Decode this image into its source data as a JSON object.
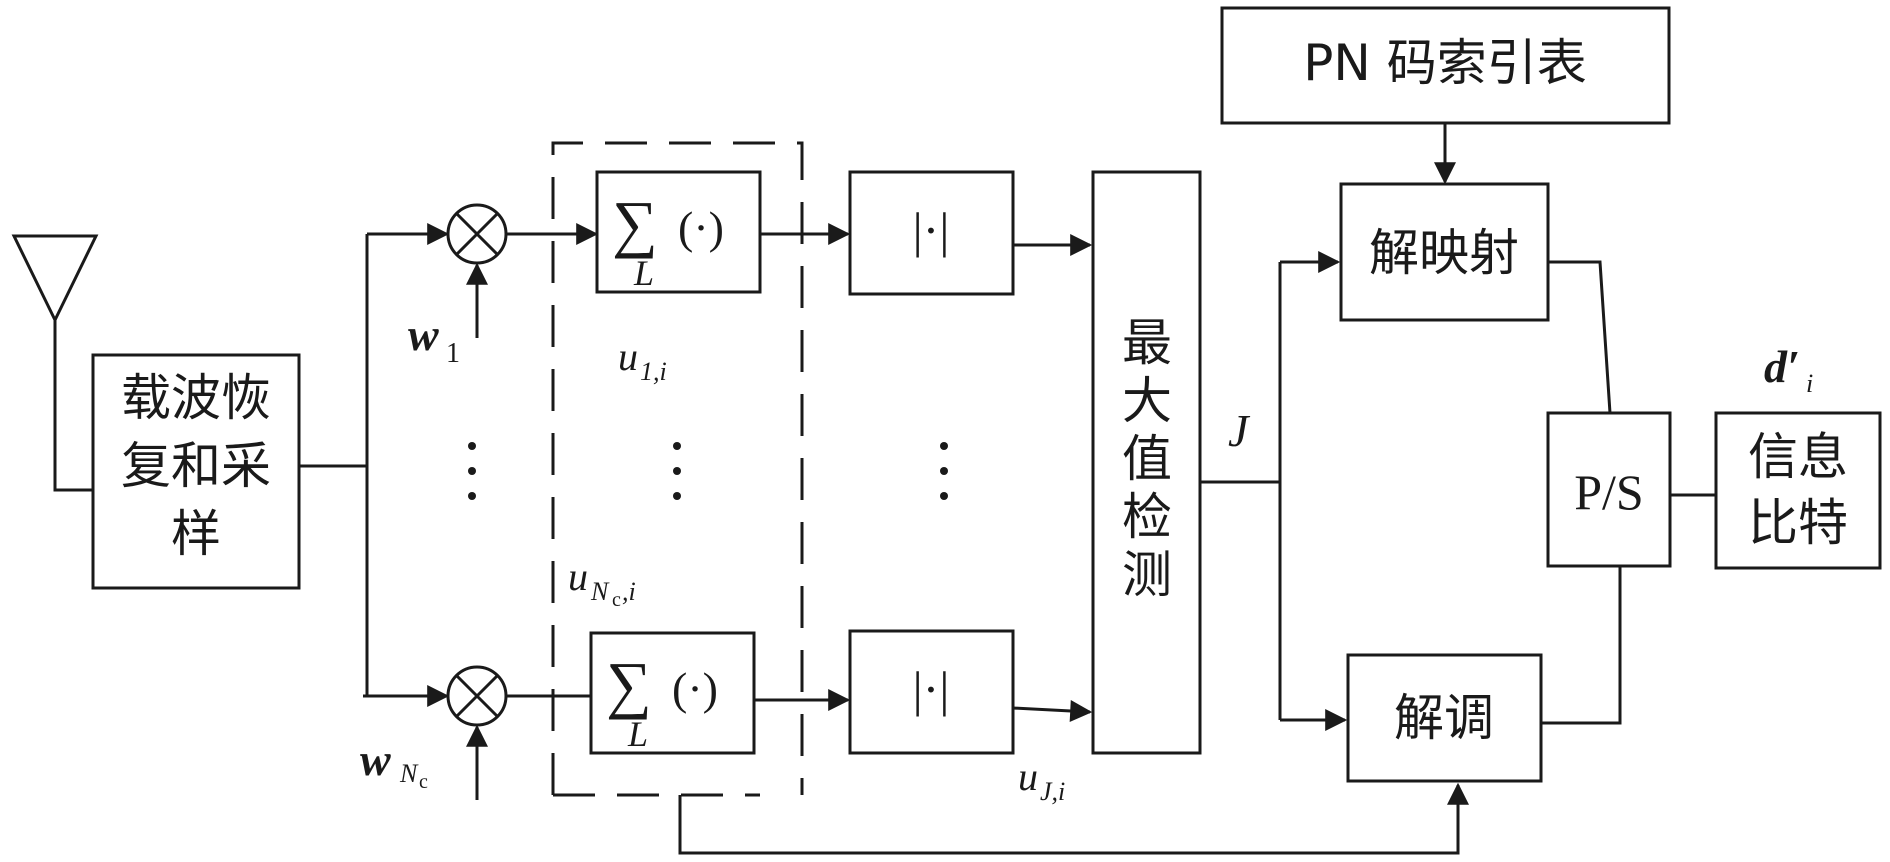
{
  "blocks": {
    "carrier_lines": [
      "载波恢",
      "复和采",
      "样"
    ],
    "sum_symbol": "∑",
    "sum_arg": "(·)",
    "sum_sub": "L",
    "abs_label": "|·|",
    "maxdet_chars": [
      "最",
      "大",
      "值",
      "检",
      "测"
    ],
    "pn_table": "PN 码索引表",
    "demap": "解映射",
    "demod": "解调",
    "ps": "P/S",
    "info_lines": [
      "信息",
      "比特"
    ],
    "multiply_symbol": "⊗"
  },
  "labels": {
    "w1_base": "w",
    "w1_sub": "1",
    "wn_base": "w",
    "wn_sub": "N",
    "wn_subsub": "c",
    "u1_base": "u",
    "u1_sub": "1,i",
    "un_base": "u",
    "un_sub": "N",
    "un_subsub": "c",
    "un_tail": ",i",
    "uj_base": "u",
    "uj_sub": "J,i",
    "J": "J",
    "d_base": "d′",
    "d_sub": "i",
    "vdots": "⋮"
  }
}
